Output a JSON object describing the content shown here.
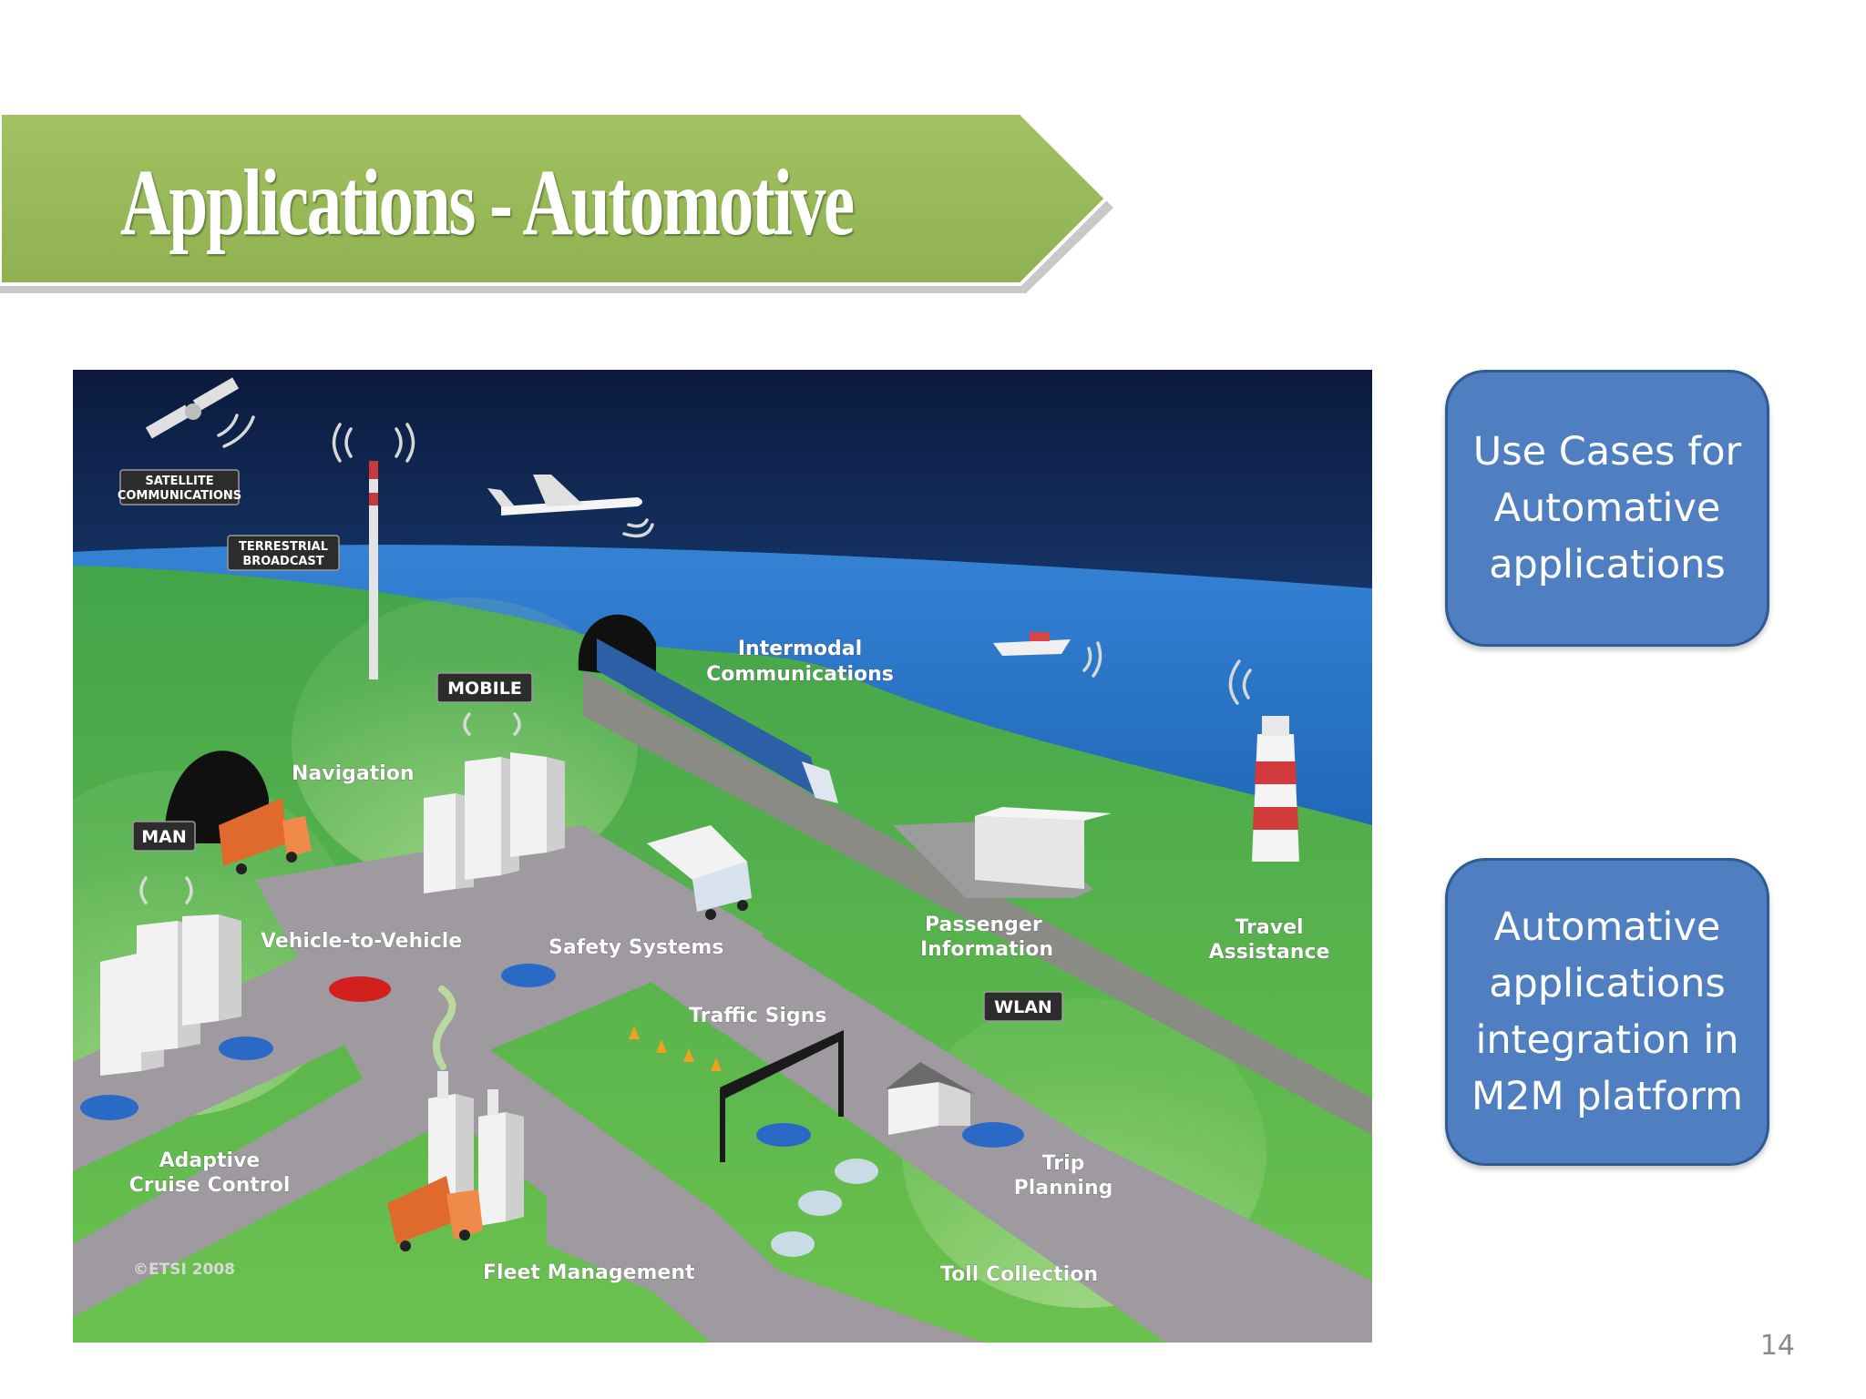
{
  "slide": {
    "title": "Applications - Automotive",
    "page_number": "14"
  },
  "boxes": [
    {
      "text": "Use Cases for Automative applications"
    },
    {
      "text": "Automative applications integration in M2M platform"
    }
  ],
  "illustration": {
    "tags": {
      "satellite": [
        "SATELLITE",
        "COMMUNICATIONS"
      ],
      "terrestrial": [
        "TERRESTRIAL",
        "BROADCAST"
      ],
      "mobile": "MOBILE",
      "man": "MAN",
      "wlan": "WLAN"
    },
    "labels": {
      "intermodal": [
        "Intermodal",
        "Communications"
      ],
      "navigation": "Navigation",
      "vehicle_to_vehicle": "Vehicle-to-Vehicle",
      "safety_systems": "Safety Systems",
      "passenger_information": [
        "Passenger",
        "Information"
      ],
      "travel_assistance": [
        "Travel",
        "Assistance"
      ],
      "traffic_signs": "Traffic Signs",
      "adaptive_cruise_control": [
        "Adaptive",
        "Cruise Control"
      ],
      "trip_planning": [
        "Trip",
        "Planning"
      ],
      "fleet_management": "Fleet Management",
      "toll_collection": "Toll Collection",
      "copyright": "©ETSI 2008"
    }
  },
  "colors": {
    "banner_green": "#9bbb59",
    "box_blue": "#4f7fc1",
    "box_border": "#2f5b94"
  }
}
